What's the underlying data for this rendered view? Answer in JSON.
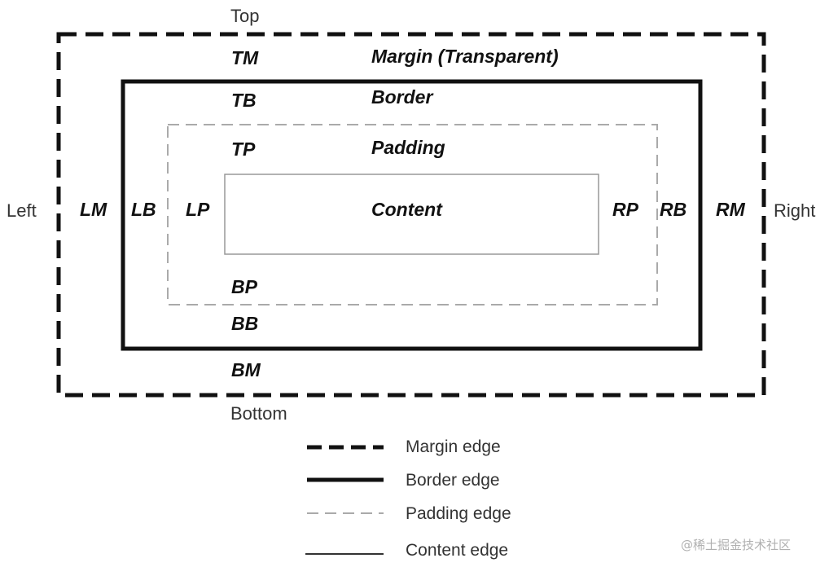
{
  "sides": {
    "top": "Top",
    "bottom": "Bottom",
    "left": "Left",
    "right": "Right"
  },
  "margin": {
    "top": "TM",
    "bottom": "BM",
    "left": "LM",
    "right": "RM",
    "title": "Margin (Transparent)"
  },
  "border": {
    "top": "TB",
    "bottom": "BB",
    "left": "LB",
    "right": "RB",
    "title": "Border"
  },
  "padding": {
    "top": "TP",
    "bottom": "BP",
    "left": "LP",
    "right": "RP",
    "title": "Padding"
  },
  "content": {
    "title": "Content"
  },
  "legend": {
    "margin_edge": "Margin edge",
    "border_edge": "Border edge",
    "padding_edge": "Padding edge",
    "content_edge": "Content edge"
  },
  "watermark": "@稀土掘金技术社区",
  "colors": {
    "stroke": "#111111",
    "padding_stroke": "#aaaaaa",
    "content_stroke": "#999999"
  }
}
